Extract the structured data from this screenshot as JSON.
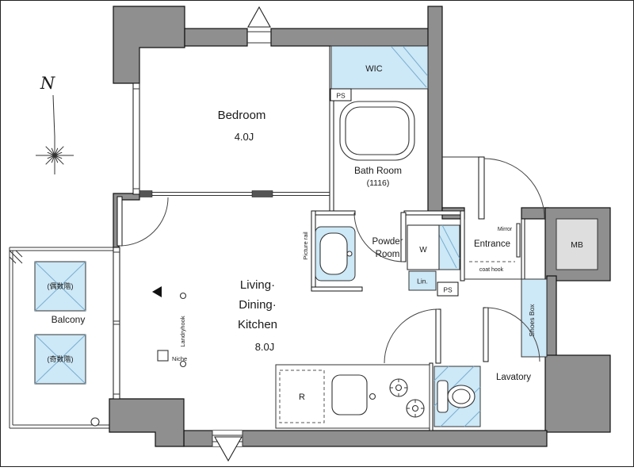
{
  "compass": {
    "north": "N"
  },
  "rooms": {
    "bedroom": {
      "name": "Bedroom",
      "size": "4.0J"
    },
    "ldk": {
      "line1": "Living·",
      "line2": "Dining·",
      "line3": "Kitchen",
      "size": "8.0J"
    },
    "wic": {
      "name": "WIC"
    },
    "bath": {
      "name": "Bath Room",
      "size": "(1116)"
    },
    "powder": {
      "line1": "Powder",
      "line2": "Room"
    },
    "entrance": {
      "name": "Entrance"
    },
    "lavatory": {
      "name": "Lavatory"
    },
    "balcony": {
      "name": "Balcony"
    },
    "shoes_box": {
      "name": "Shoes Box"
    },
    "mb": {
      "name": "MB"
    }
  },
  "fixtures": {
    "ps_top": "PS",
    "ps_hall": "PS",
    "linen": "Lin.",
    "washer": "W",
    "refrigerator": "R",
    "niche": "Niche",
    "laundry_hook": "Landryhook",
    "picture_rail": "Picture rail",
    "mirror": "Mirror",
    "coat_hook": "coat hook",
    "balcony_even": "(偶数階)",
    "balcony_odd": "(奇数階)"
  },
  "colors": {
    "wall_fill": "#8f8f8f",
    "fixture_blue": "#cde8f6",
    "mb_fill": "#dedede",
    "line": "#1a1a1a"
  }
}
